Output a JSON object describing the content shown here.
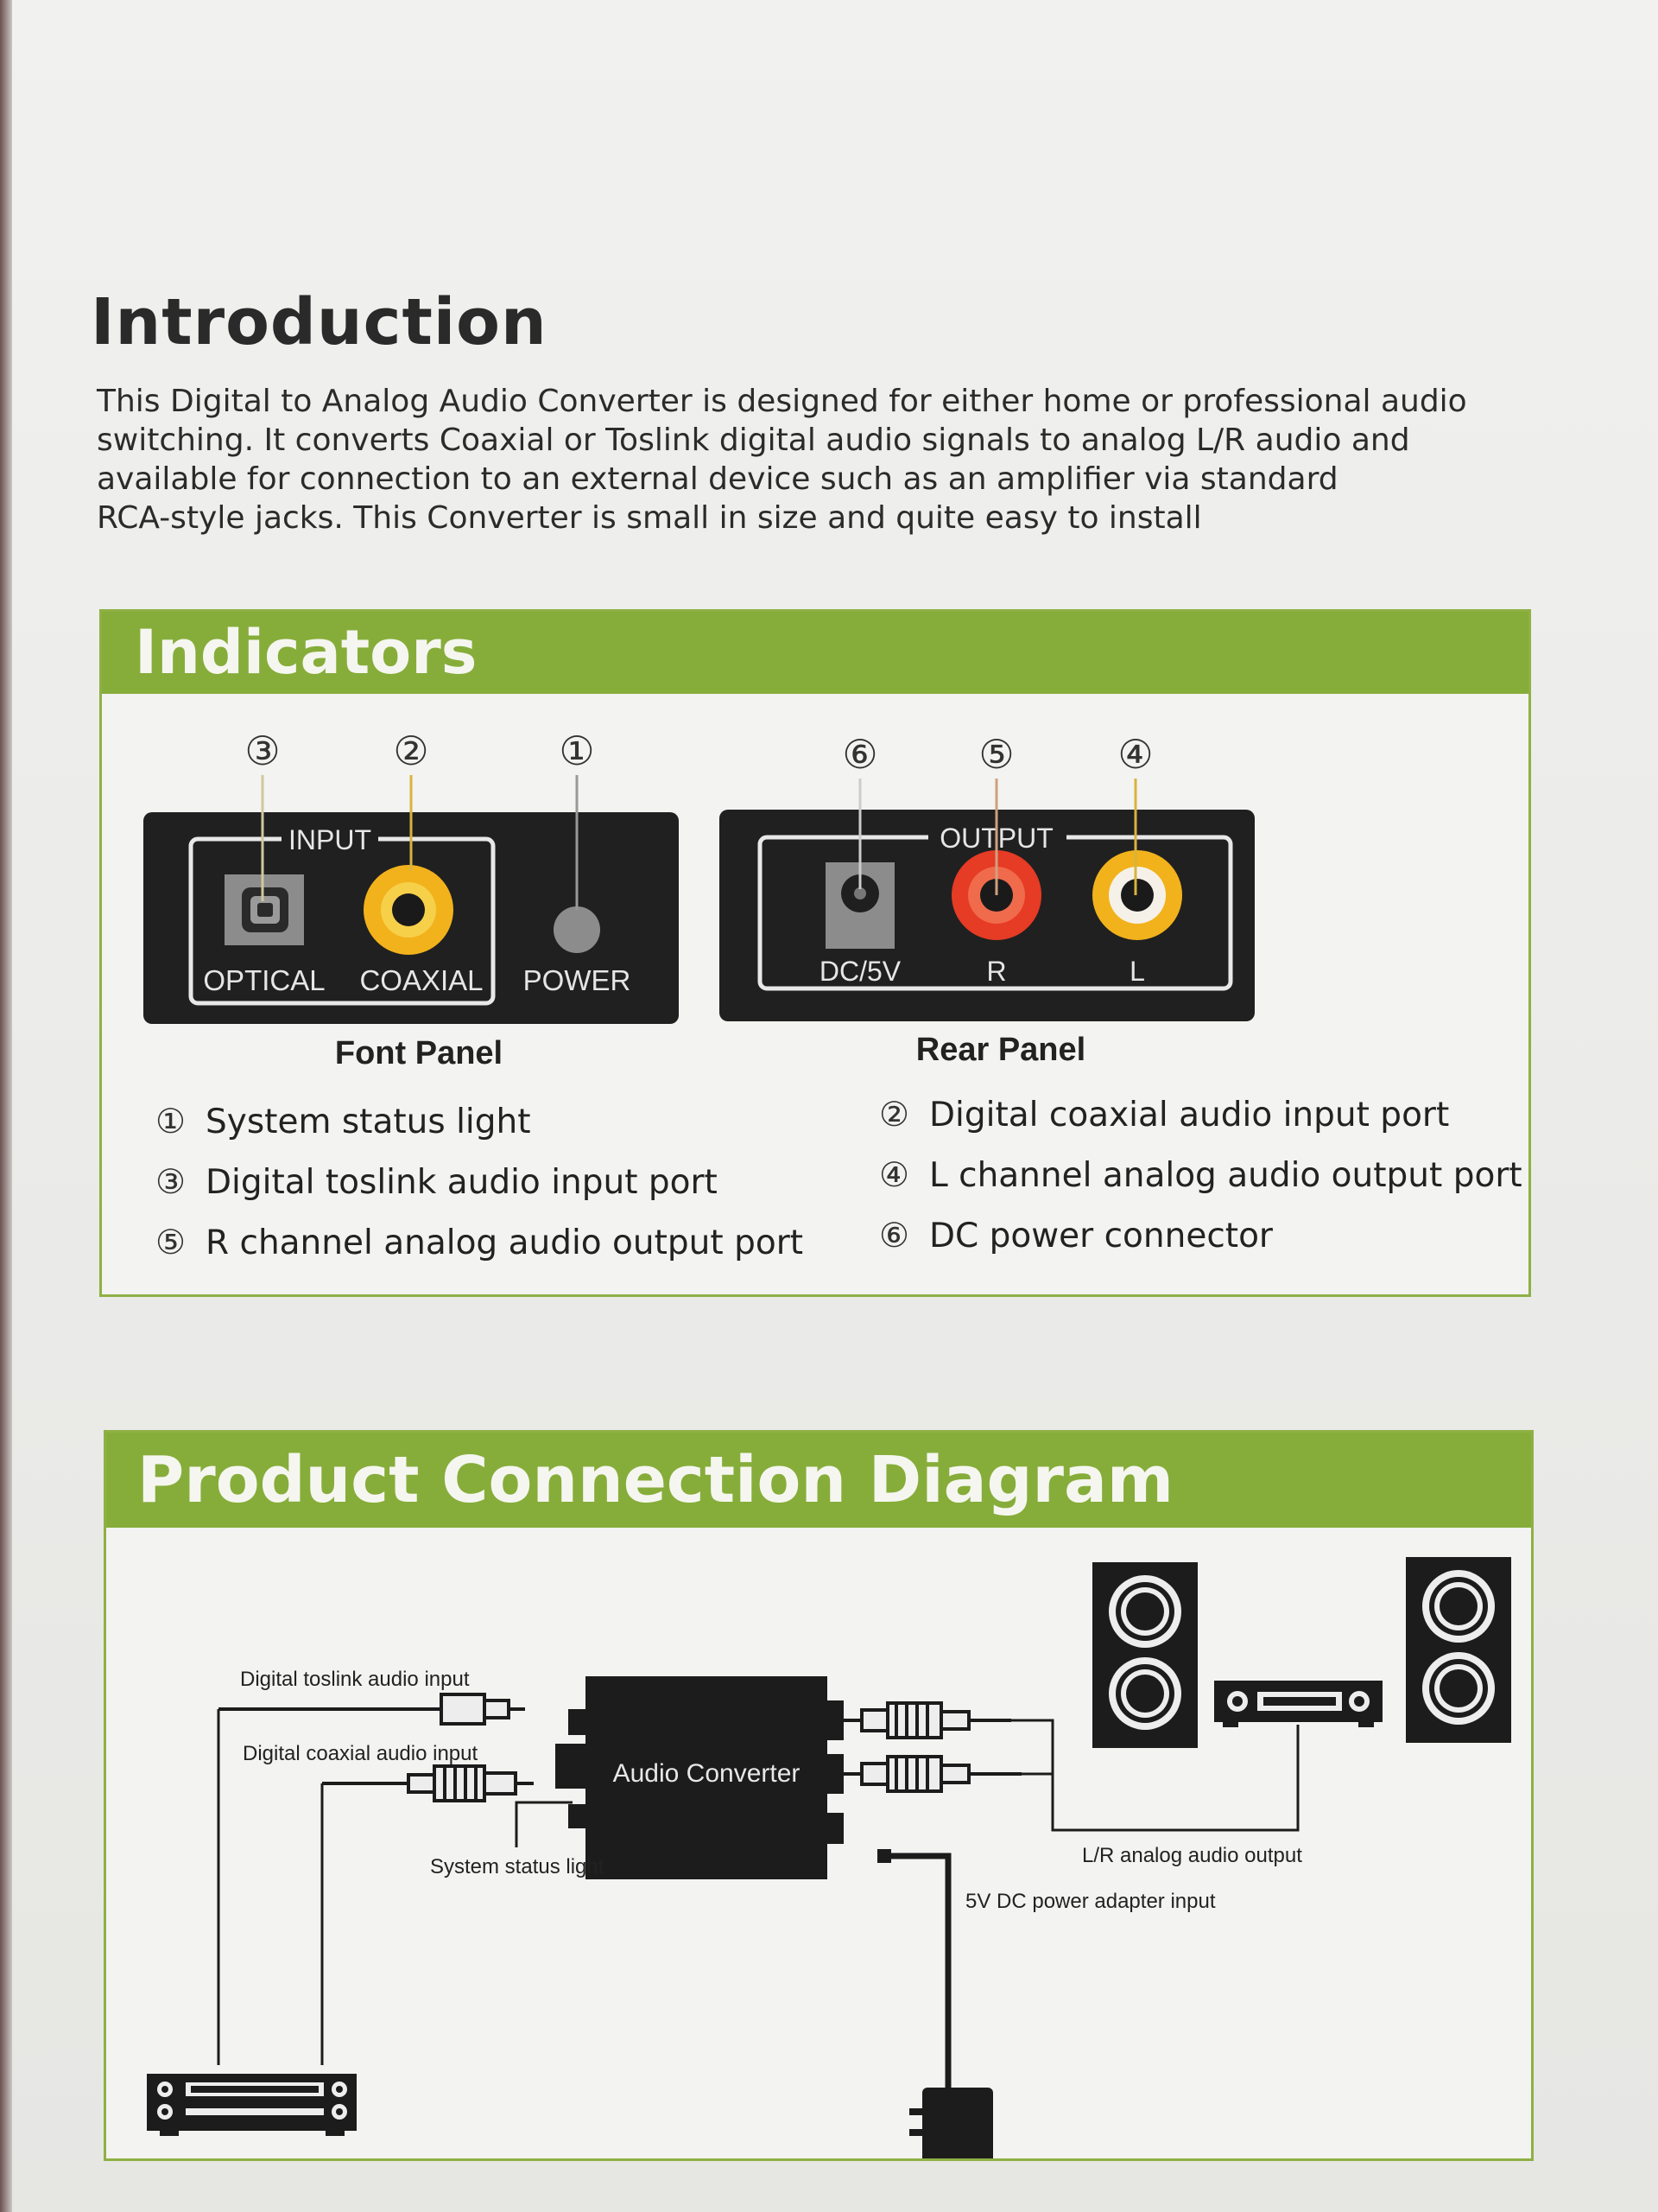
{
  "intro": {
    "title": "Introduction",
    "lines": [
      "This Digital to Analog Audio Converter is designed for either home or professional audio",
      "switching. It converts Coaxial or Toslink digital audio signals to analog L/R audio and",
      "available for connection to an external device such as an amplifier via standard",
      "RCA-style jacks. This Converter is small in size and quite easy to install"
    ]
  },
  "indicators": {
    "title": "Indicators",
    "front_panel": {
      "caption": "Font Panel",
      "group_label": "INPUT",
      "labels": {
        "optical": "OPTICAL",
        "coaxial": "COAXIAL",
        "power": "POWER"
      },
      "callouts": {
        "optical": "③",
        "coaxial": "②",
        "power": "①"
      }
    },
    "rear_panel": {
      "caption": "Rear Panel",
      "group_label": "OUTPUT",
      "labels": {
        "dc": "DC/5V",
        "r": "R",
        "l": "L"
      },
      "callouts": {
        "dc": "⑥",
        "r": "⑤",
        "l": "④"
      }
    },
    "legend": [
      {
        "num": "①",
        "text": "System status light"
      },
      {
        "num": "②",
        "text": "Digital coaxial audio input port"
      },
      {
        "num": "③",
        "text": "Digital toslink audio input port"
      },
      {
        "num": "④",
        "text": "L channel analog audio output port"
      },
      {
        "num": "⑤",
        "text": "R channel analog audio output port"
      },
      {
        "num": "⑥",
        "text": "DC  power connector"
      }
    ],
    "colors": {
      "coaxial_jack": "#f2b21c",
      "r_jack": "#e63b24",
      "l_jack": "#f2b21c"
    }
  },
  "connection": {
    "title": "Product Connection Diagram",
    "device_label": "Audio Converter",
    "labels": {
      "toslink_input": "Digital toslink audio input",
      "coaxial_input": "Digital coaxial audio input",
      "status_light": "System status light",
      "lr_output": "L/R analog audio output",
      "dc_input": "5V DC power adapter input"
    }
  },
  "colors": {
    "accent_green": "#86ad3a",
    "panel_dark": "#202020"
  }
}
